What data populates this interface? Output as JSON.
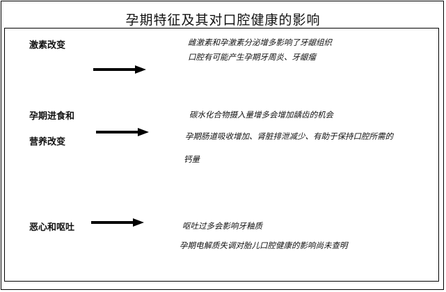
{
  "title": "孕期特征及其对口腔健康的影响",
  "rows": [
    {
      "label_lines": [
        "激素改变"
      ],
      "descriptions": [
        "雌激素和孕激素分泌增多影响了牙龈组织",
        "口腔有可能产生孕期牙周炎、牙龈瘤"
      ]
    },
    {
      "label_lines": [
        "孕期进食和",
        "营养改变"
      ],
      "descriptions": [
        "碳水化合物摄入量增多会增加龋齿的机会",
        "孕期肠道吸收增加、肾脏排泄减少、有助于保持口腔所需的",
        "钙量"
      ]
    },
    {
      "label_lines": [
        "恶心和呕吐"
      ],
      "descriptions": [
        "呕吐过多会影响牙釉质",
        "孕期电解质失调对胎儿口腔健康的影响尚未查明"
      ]
    }
  ]
}
